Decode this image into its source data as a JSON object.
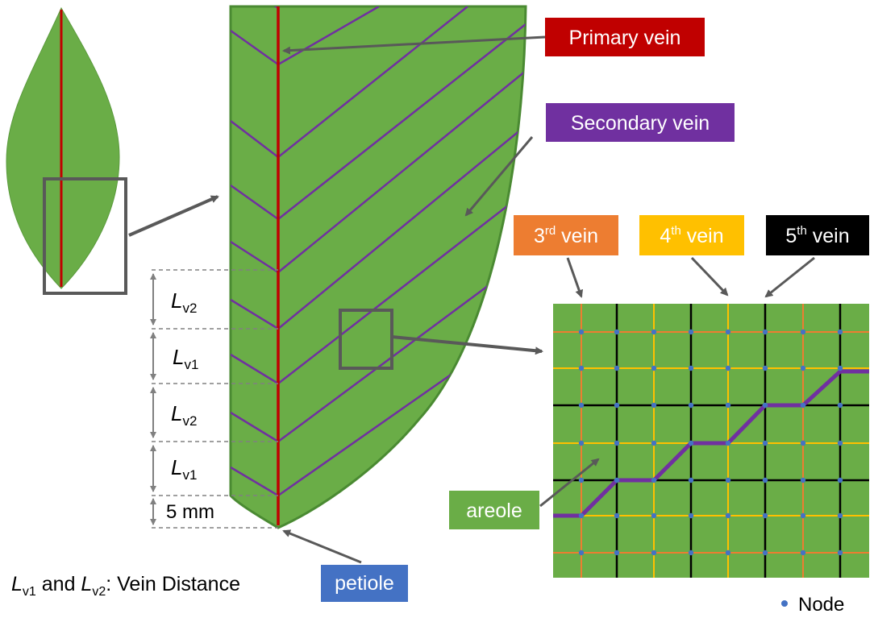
{
  "labels": {
    "primary_vein": "Primary vein",
    "secondary_vein": "Secondary vein",
    "third_vein": {
      "base": "3",
      "sup": "rd",
      "rest": " vein"
    },
    "fourth_vein": {
      "base": "4",
      "sup": "th",
      "rest": " vein"
    },
    "fifth_vein": {
      "base": "5",
      "sup": "th",
      "rest": " vein"
    },
    "areole": "areole",
    "petiole": "petiole",
    "node_legend": "Node"
  },
  "distances": [
    {
      "L": "L",
      "sub": "v2"
    },
    {
      "L": "L",
      "sub": "v1"
    },
    {
      "L": "L",
      "sub": "v2"
    },
    {
      "L": "L",
      "sub": "v1"
    }
  ],
  "offset_5mm": "5 mm",
  "caption": {
    "l1": "L",
    "s1": "v1",
    "mid": " and ",
    "l2": "L",
    "s2": "v2",
    "tail": ": Vein Distance"
  },
  "colors": {
    "leaf_green": "#6aad47",
    "leaf_edge": "#4a8a32",
    "primary_red": "#c00000",
    "secondary_purple": "#7030a0",
    "third_orange": "#ed7d31",
    "fourth_yellow": "#ffc000",
    "fifth_black": "#000000",
    "node_blue": "#4472c4",
    "petiole_blue": "#4472c4",
    "arrow_gray": "#595959"
  }
}
